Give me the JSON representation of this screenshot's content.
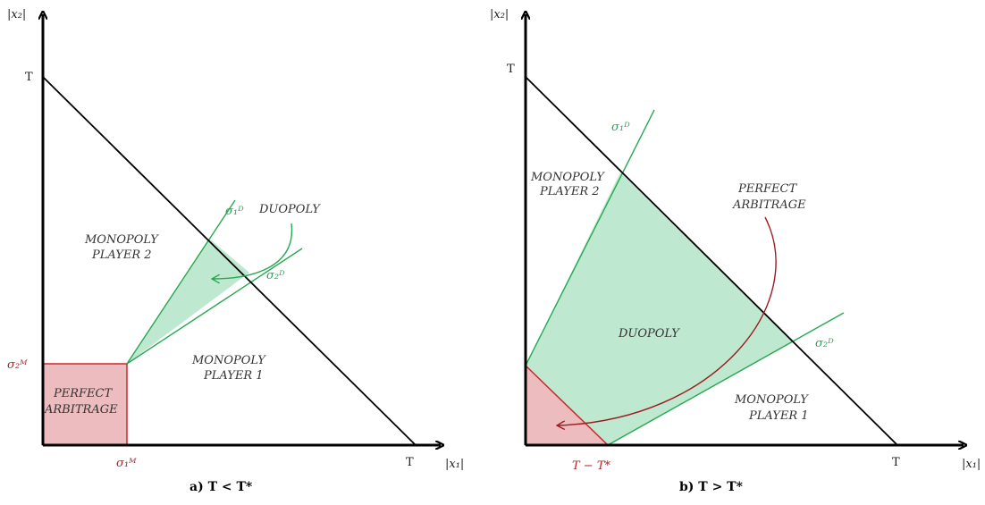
{
  "panel_a": {
    "y_axis_label": "|x₂|",
    "x_axis_label": "|x₁|",
    "y_tick_T": "T",
    "x_tick_T": "T",
    "sigma1_D": "σ₁ᴰ",
    "sigma2_D": "σ₂ᴰ",
    "sigma1_M": "σ₁ᴹ",
    "sigma2_M": "σ₂ᴹ",
    "duopoly": "DUOPOLY",
    "monopoly2_line1": "MONOPOLY",
    "monopoly2_line2": "PLAYER 2",
    "monopoly1_line1": "MONOPOLY",
    "monopoly1_line2": "PLAYER 1",
    "arbitrage_line1": "PERFECT",
    "arbitrage_line2": "ARBITRAGE",
    "caption": "a) T < T*"
  },
  "panel_b": {
    "y_axis_label": "|x₂|",
    "x_axis_label": "|x₁|",
    "y_tick_T": "T",
    "x_tick_T": "T",
    "sigma1_D": "σ₁ᴰ",
    "sigma2_D": "σ₂ᴰ",
    "t_minus_tstar": "T − T*",
    "duopoly": "DUOPOLY",
    "monopoly2_line1": "MONOPOLY",
    "monopoly2_line2": "PLAYER 2",
    "monopoly1_line1": "MONOPOLY",
    "monopoly1_line2": "PLAYER 1",
    "arbitrage_line1": "PERFECT",
    "arbitrage_line2": "ARBITRAGE",
    "caption": "b) T > T*"
  },
  "colors": {
    "axis": "#000000",
    "green_line": "#27a852",
    "green_fill": "#bfe8d0",
    "red_line": "#c8282e",
    "red_fill": "#ecbcbe",
    "arrow_green": "#27a852",
    "arrow_red": "#9b1b20"
  }
}
